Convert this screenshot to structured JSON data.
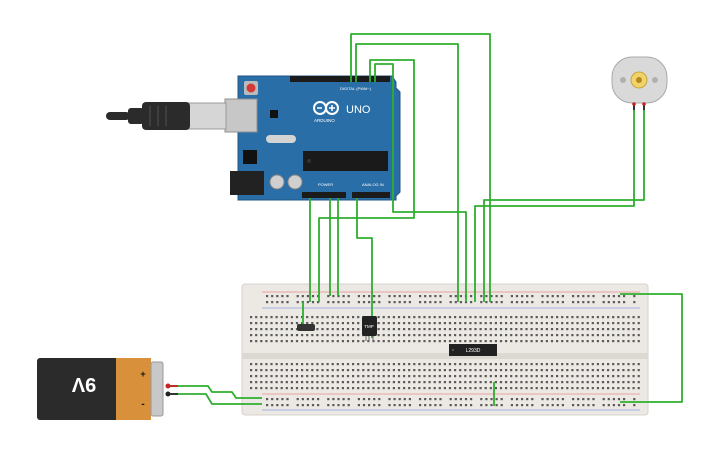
{
  "colors": {
    "wire": "#2eae2e",
    "board": "#2a6ea8",
    "board_dark": "#1f5585",
    "breadboard": "#ece9e4",
    "battery_body": "#2b2b2b",
    "battery_label": "#d8913a",
    "motor": "#d9d9d9",
    "motor_center": "#f2d26a"
  },
  "arduino": {
    "brand": "ARDUINO",
    "model": "UNO",
    "header_top": "DIGITAL (PWM~)",
    "power": "POWER",
    "analog": "ANALOG IN",
    "chip_label": ""
  },
  "battery": {
    "label": "9V",
    "plus": "+",
    "minus": "-"
  },
  "breadboard": {
    "ic_label": "L293D",
    "sensor_label": "TMP"
  },
  "components": {
    "usb_icon": "usb-cable-icon",
    "motor_icon": "dc-motor-icon",
    "battery_icon": "battery-9v-icon"
  }
}
